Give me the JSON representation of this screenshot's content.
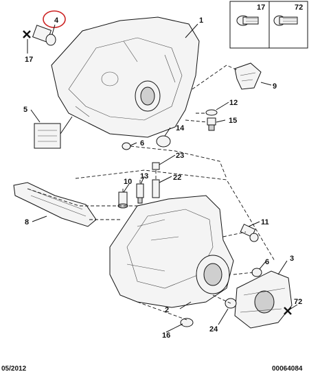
{
  "callouts": {
    "c1": "1",
    "c2": "2",
    "c3": "3",
    "c4": "4",
    "c5": "5",
    "c6a": "6",
    "c6b": "6",
    "c8": "8",
    "c9": "9",
    "c10": "10",
    "c11": "11",
    "c12": "12",
    "c13": "13",
    "c14": "14",
    "c15": "15",
    "c16": "16",
    "c17": "17",
    "c22": "22",
    "c23": "23",
    "c24": "24",
    "c72": "72"
  },
  "inset": {
    "left_label": "17",
    "right_label": "72"
  },
  "footer": {
    "date": "05/2012",
    "reference": "00064084"
  },
  "highlight_color": "#cc2222"
}
